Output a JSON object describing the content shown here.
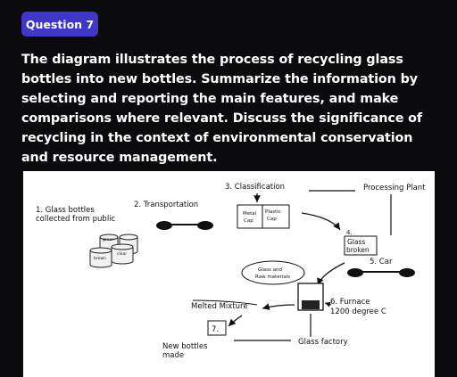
{
  "question": {
    "badge": "Question 7"
  },
  "prompt": "The diagram illustrates the process of recycling glass bottles into new bottles. Summarize the information by selecting and reporting the main features, and make comparisons where relevant. Discuss the significance of recycling in the context of environmental conservation and resource management.",
  "diagram": {
    "step1": [
      "1. Glass bottles",
      "collected from public"
    ],
    "bins": {
      "green": "green",
      "clear": "clear",
      "brown": "brown"
    },
    "step2": "2. Transportation",
    "step3": "3. Classification",
    "metal_cap": [
      "Metal",
      "Cap"
    ],
    "plastic_cap": [
      "Plastic",
      "Cap"
    ],
    "processing_plant": "Processing Plant",
    "step4": [
      "4.",
      "Glass",
      "broken"
    ],
    "step5": "5. Car",
    "glass_raw": [
      "Glass and",
      "Raw materials"
    ],
    "step6": [
      "6. Furnace",
      "1200 degree C"
    ],
    "melted": "Melted Mixture",
    "step7": "7.",
    "glass_factory": "Glass factory",
    "new_bottles": [
      "New bottles",
      "made"
    ]
  }
}
